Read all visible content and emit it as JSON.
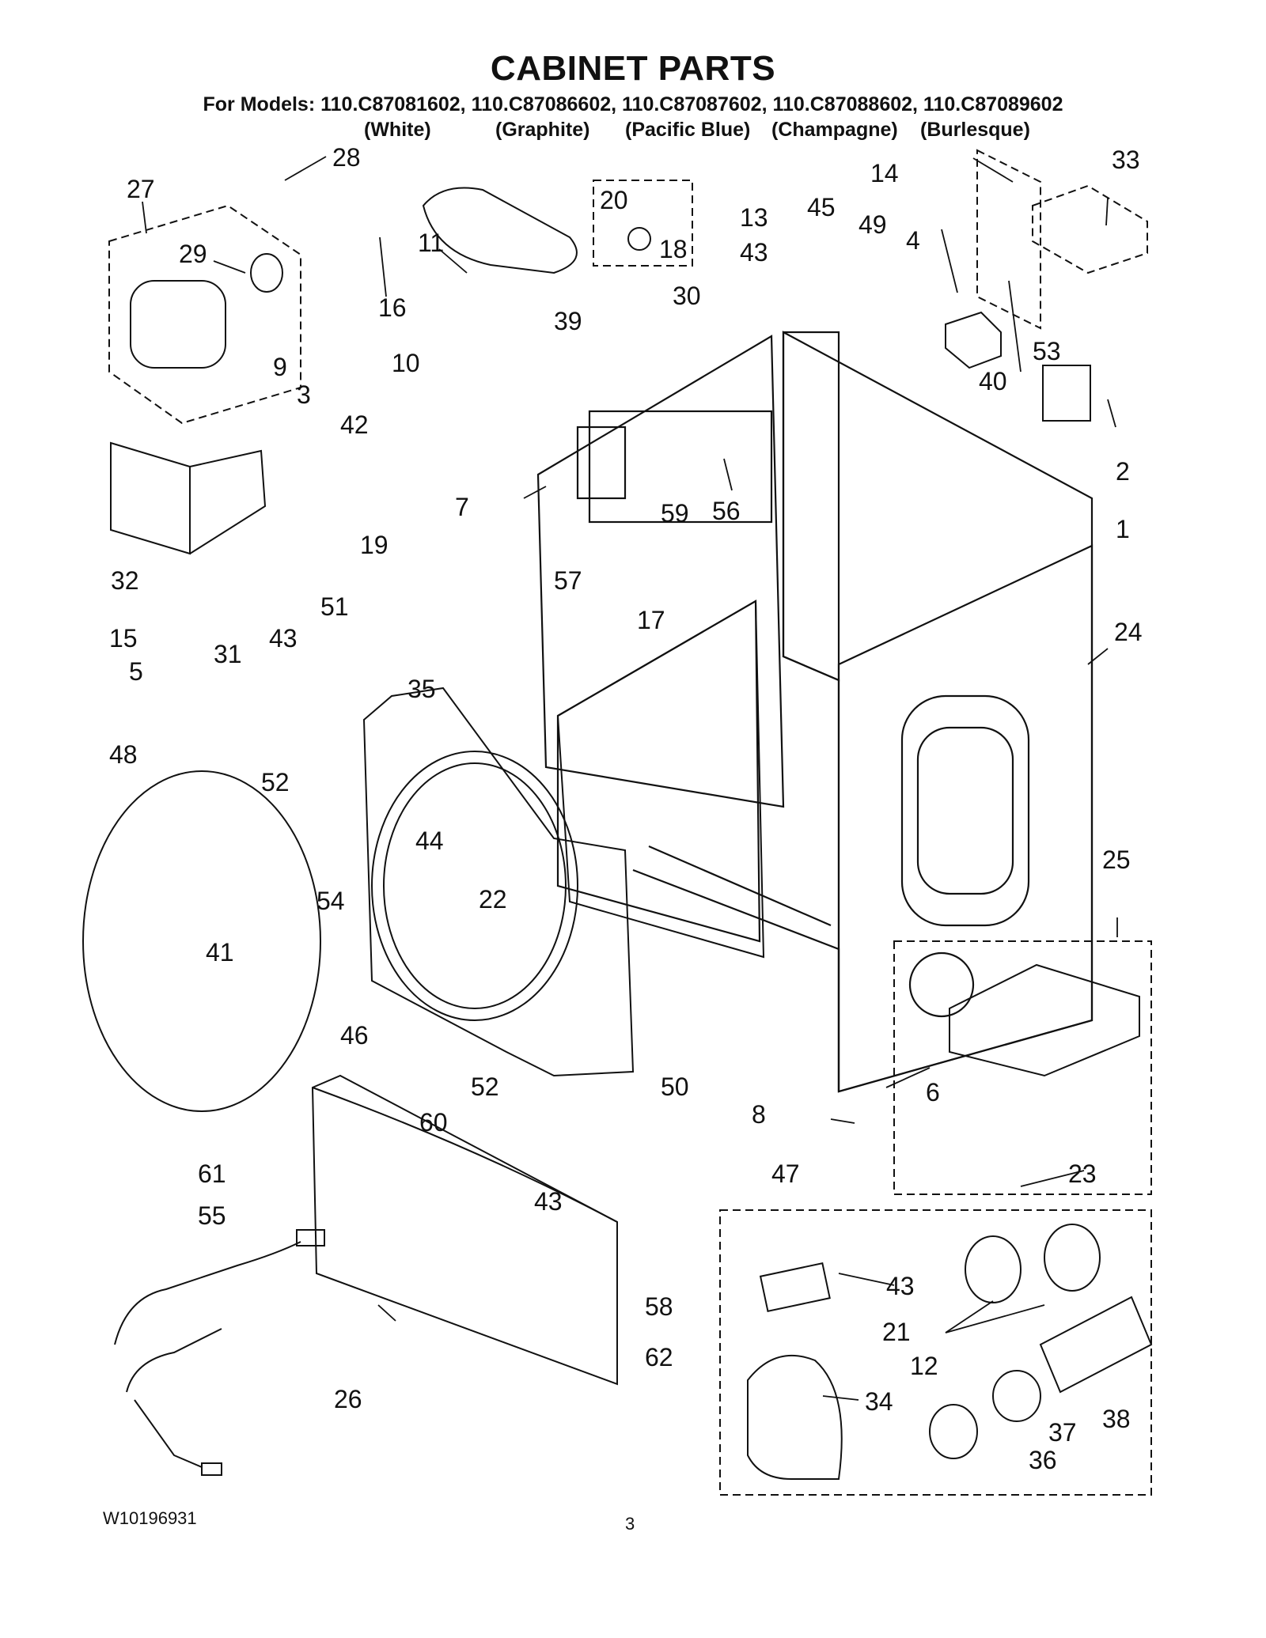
{
  "header": {
    "title": "CABINET PARTS",
    "models": "For Models: 110.C87081602, 110.C87086602, 110.C87087602, 110.C87088602, 110.C87089602",
    "colors": [
      "(White)",
      "(Graphite)",
      "(Pacific Blue)",
      "(Champagne)",
      "(Burlesque)"
    ]
  },
  "callouts": [
    "27",
    "28",
    "29",
    "16",
    "11",
    "20",
    "18",
    "13",
    "43",
    "45",
    "49",
    "14",
    "33",
    "4",
    "9",
    "3",
    "10",
    "39",
    "30",
    "53",
    "40",
    "2",
    "1",
    "42",
    "19",
    "7",
    "56",
    "59",
    "57",
    "17",
    "24",
    "32",
    "15",
    "5",
    "31",
    "43",
    "51",
    "35",
    "48",
    "52",
    "44",
    "41",
    "54",
    "22",
    "46",
    "52",
    "50",
    "25",
    "6",
    "8",
    "60",
    "61",
    "47",
    "43",
    "23",
    "55",
    "58",
    "62",
    "43",
    "21",
    "12",
    "34",
    "37",
    "38",
    "36",
    "26"
  ],
  "footer": {
    "doc_number": "W10196931",
    "page": "3"
  }
}
